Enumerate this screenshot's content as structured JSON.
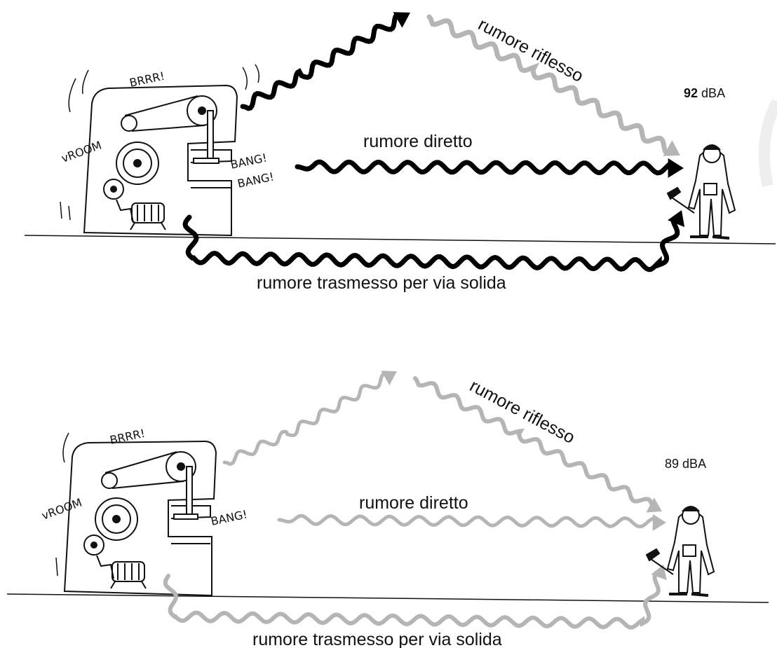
{
  "panels": [
    {
      "level_value": "92",
      "level_unit": "dBA",
      "sounds": {
        "brrr": "BRRR!",
        "vroom": "vROOM",
        "bang1": "BANG!",
        "bang2": "BANG!"
      },
      "paths": {
        "reflected": {
          "label": "rumore riflesso",
          "color": "#b5b5b5"
        },
        "direct": {
          "label": "rumore diretto",
          "color": "#000000"
        },
        "solid": {
          "label": "rumore trasmesso per via solida",
          "color": "#000000"
        },
        "up_color": "#000000"
      }
    },
    {
      "level_value": "89",
      "level_unit": "dBA",
      "sounds": {
        "brrr": "BRRR!",
        "vroom": "vROOM",
        "bang1": "BANG!"
      },
      "paths": {
        "reflected": {
          "label": "rumore riflesso",
          "color": "#b5b5b5"
        },
        "direct": {
          "label": "rumore diretto",
          "color": "#b5b5b5"
        },
        "solid": {
          "label": "rumore trasmesso per via solida",
          "color": "#b5b5b5"
        },
        "up_color": "#b5b5b5"
      }
    }
  ]
}
